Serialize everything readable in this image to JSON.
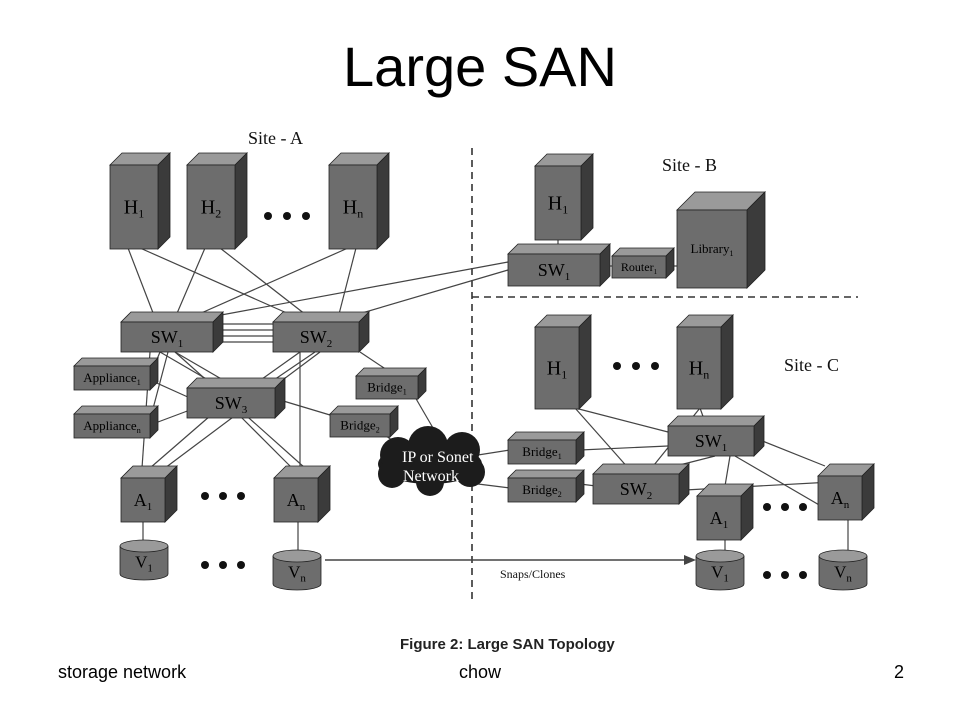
{
  "slide": {
    "title": "Large SAN"
  },
  "sites": {
    "a": "Site - A",
    "b": "Site - B",
    "c": "Site - C"
  },
  "nodes": {
    "site_a": {
      "hosts": [
        {
          "main": "H",
          "sub": "1"
        },
        {
          "main": "H",
          "sub": "2"
        },
        {
          "main": "H",
          "sub": "n"
        }
      ],
      "switches": [
        {
          "main": "SW",
          "sub": "1"
        },
        {
          "main": "SW",
          "sub": "2"
        },
        {
          "main": "SW",
          "sub": "3"
        }
      ],
      "appliances": [
        {
          "main": "Appliance",
          "sub": "1"
        },
        {
          "main": "Appliance",
          "sub": "n"
        }
      ],
      "bridges": [
        {
          "main": "Bridge",
          "sub": "1"
        },
        {
          "main": "Bridge",
          "sub": "2"
        }
      ],
      "arrays": [
        {
          "main": "A",
          "sub": "1"
        },
        {
          "main": "A",
          "sub": "n"
        }
      ],
      "volumes": [
        {
          "main": "V",
          "sub": "1"
        },
        {
          "main": "V",
          "sub": "n"
        }
      ]
    },
    "site_b": {
      "host": {
        "main": "H",
        "sub": "1"
      },
      "switch": {
        "main": "SW",
        "sub": "1"
      },
      "router": {
        "main": "Router",
        "sub": "1"
      },
      "library": {
        "main": "Library",
        "sub": "1"
      }
    },
    "site_c": {
      "hosts": [
        {
          "main": "H",
          "sub": "1"
        },
        {
          "main": "H",
          "sub": "n"
        }
      ],
      "switches": [
        {
          "main": "SW",
          "sub": "1"
        },
        {
          "main": "SW",
          "sub": "2"
        }
      ],
      "bridges": [
        {
          "main": "Bridge",
          "sub": "1"
        },
        {
          "main": "Bridge",
          "sub": "2"
        }
      ],
      "arrays": [
        {
          "main": "A",
          "sub": "1"
        },
        {
          "main": "A",
          "sub": "n"
        }
      ],
      "volumes": [
        {
          "main": "V",
          "sub": "1"
        },
        {
          "main": "V",
          "sub": "n"
        }
      ]
    }
  },
  "network": {
    "line1": "IP or Sonet",
    "line2": "Network"
  },
  "snaps_label": "Snaps/Clones",
  "figure_caption": "Figure 2: Large SAN Topology",
  "footer": {
    "left": "storage network",
    "center": "chow",
    "right": "2"
  }
}
